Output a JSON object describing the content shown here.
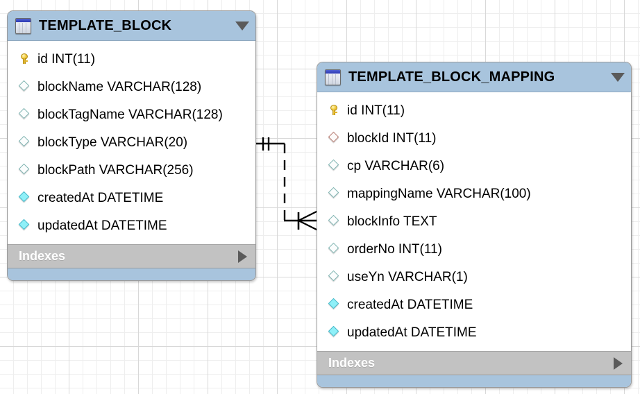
{
  "canvas": {
    "grid_minor_color": "#eeeeee",
    "grid_major_color": "#d8d8d8",
    "background_color": "#ffffff"
  },
  "palette": {
    "header_blue": "#a8c4dd",
    "indexes_gray": "#c2c2c2",
    "border_gray": "#9a9a9a",
    "pk_yellow": "#f5d14a",
    "nullable_teal": "#7fb3b0",
    "notnull_cyan": "#8ff0f8",
    "fk_red": "#b5796f"
  },
  "tables": [
    {
      "name": "TEMPLATE_BLOCK",
      "icon": "table-icon",
      "collapse_icon": "chevron-down-icon",
      "indexes_label": "Indexes",
      "indexes_expand_icon": "chevron-right-icon",
      "columns": [
        {
          "label": "id INT(11)",
          "icon": "primary-key-icon",
          "kind": "pk"
        },
        {
          "label": "blockName VARCHAR(128)",
          "icon": "column-nullable-icon",
          "kind": "null"
        },
        {
          "label": "blockTagName VARCHAR(128)",
          "icon": "column-nullable-icon",
          "kind": "null"
        },
        {
          "label": "blockType VARCHAR(20)",
          "icon": "column-nullable-icon",
          "kind": "null"
        },
        {
          "label": "blockPath VARCHAR(256)",
          "icon": "column-nullable-icon",
          "kind": "null"
        },
        {
          "label": "createdAt DATETIME",
          "icon": "column-notnull-icon",
          "kind": "notnull"
        },
        {
          "label": "updatedAt DATETIME",
          "icon": "column-notnull-icon",
          "kind": "notnull"
        }
      ]
    },
    {
      "name": "TEMPLATE_BLOCK_MAPPING",
      "icon": "table-icon",
      "collapse_icon": "chevron-down-icon",
      "indexes_label": "Indexes",
      "indexes_expand_icon": "chevron-right-icon",
      "columns": [
        {
          "label": "id INT(11)",
          "icon": "primary-key-icon",
          "kind": "pk"
        },
        {
          "label": "blockId INT(11)",
          "icon": "foreign-key-icon",
          "kind": "fk"
        },
        {
          "label": "cp VARCHAR(6)",
          "icon": "column-nullable-icon",
          "kind": "null"
        },
        {
          "label": "mappingName VARCHAR(100)",
          "icon": "column-nullable-icon",
          "kind": "null"
        },
        {
          "label": "blockInfo TEXT",
          "icon": "column-nullable-icon",
          "kind": "null"
        },
        {
          "label": "orderNo INT(11)",
          "icon": "column-nullable-icon",
          "kind": "null"
        },
        {
          "label": "useYn VARCHAR(1)",
          "icon": "column-nullable-icon",
          "kind": "null"
        },
        {
          "label": "createdAt DATETIME",
          "icon": "column-notnull-icon",
          "kind": "notnull"
        },
        {
          "label": "updatedAt DATETIME",
          "icon": "column-notnull-icon",
          "kind": "notnull"
        }
      ]
    }
  ],
  "relationship": {
    "name": "template-block-to-mapping-relationship",
    "style": "dashed",
    "line_color": "#000000",
    "source_table": "TEMPLATE_BLOCK",
    "source_cardinality": "one-and-only-one",
    "target_table": "TEMPLATE_BLOCK_MAPPING",
    "target_cardinality": "zero-or-many"
  }
}
